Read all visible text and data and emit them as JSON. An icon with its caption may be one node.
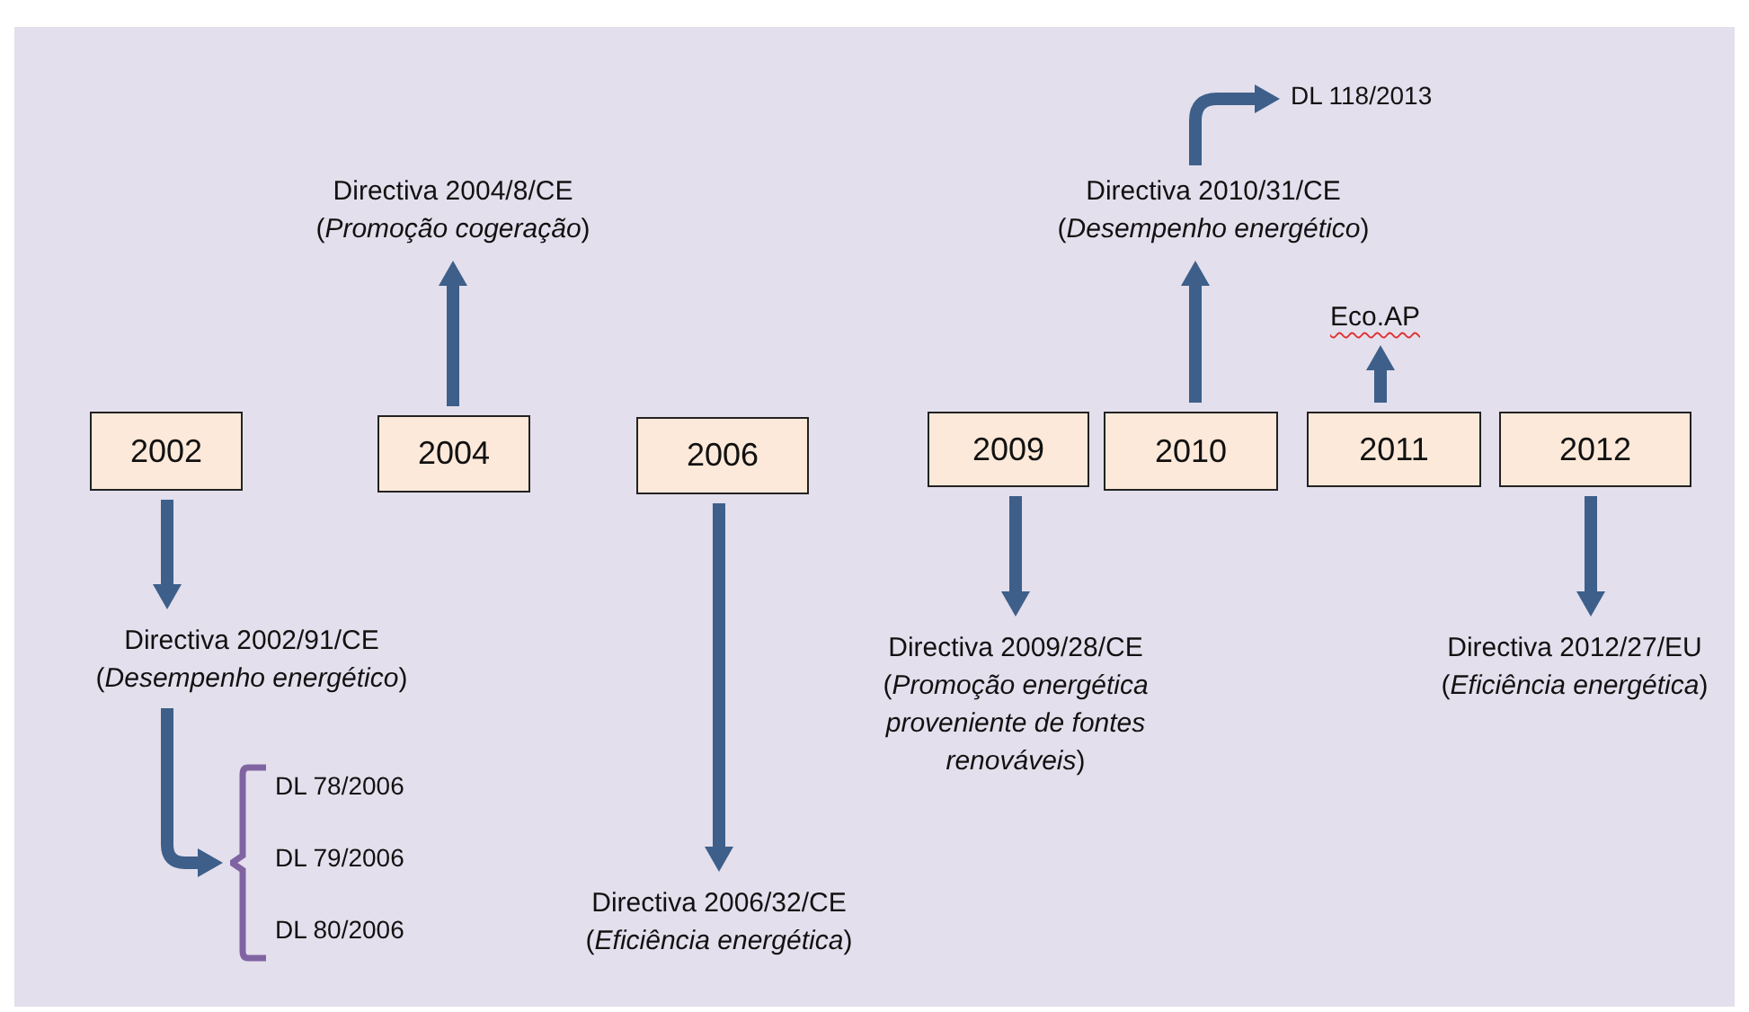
{
  "diagram": {
    "nodes": [
      {
        "text": [
          "2002"
        ]
      },
      {
        "text": [
          "2004"
        ]
      },
      {
        "text": [
          "2006"
        ]
      },
      {
        "text": [
          "2009"
        ]
      },
      {
        "text": [
          "2010"
        ]
      },
      {
        "text": [
          "2011"
        ]
      },
      {
        "text": [
          "2012"
        ]
      },
      {
        "text": [
          "Directiva 2002/91/CE",
          "(*Desempenho energético*)"
        ]
      },
      {
        "text": [
          "Directiva 2004/8/CE",
          "(*Promoção cogeração*)"
        ]
      },
      {
        "text": [
          "Directiva 2006/32/CE",
          "(*Eficiência energética*)"
        ]
      },
      {
        "text": [
          "Directiva 2009/28/CE",
          "(*Promoção energética proveniente de fontes renováveis*)"
        ]
      },
      {
        "text": [
          "Directiva 2010/31/CE",
          "(*Desempenho energético*)"
        ]
      },
      {
        "text": [
          "DL 118/2013"
        ]
      },
      {
        "text": [
          "Eco.AP"
        ]
      },
      {
        "text": [
          "Directiva 2012/27/EU",
          "(*Eficiência energética*)"
        ]
      },
      {
        "text": [],
        "shape": "bracket",
        "beside": [
          "DL 78/2006",
          "DL 79/2006",
          "DL 80/2006"
        ]
      }
    ],
    "edges": [
      {
        "from": 0,
        "to": 7,
        "arrow": "to"
      },
      {
        "from": 1,
        "to": 8,
        "arrow": "to"
      },
      {
        "from": 2,
        "to": 9,
        "arrow": "to"
      },
      {
        "from": 3,
        "to": 10,
        "arrow": "to"
      },
      {
        "from": 4,
        "to": 11,
        "arrow": "to"
      },
      {
        "from": 11,
        "to": 12,
        "arrow": "to"
      },
      {
        "from": 5,
        "to": 13,
        "arrow": "to"
      },
      {
        "from": 6,
        "to": 14,
        "arrow": "to"
      },
      {
        "from": 7,
        "to": 15,
        "arrow": "to"
      }
    ]
  }
}
